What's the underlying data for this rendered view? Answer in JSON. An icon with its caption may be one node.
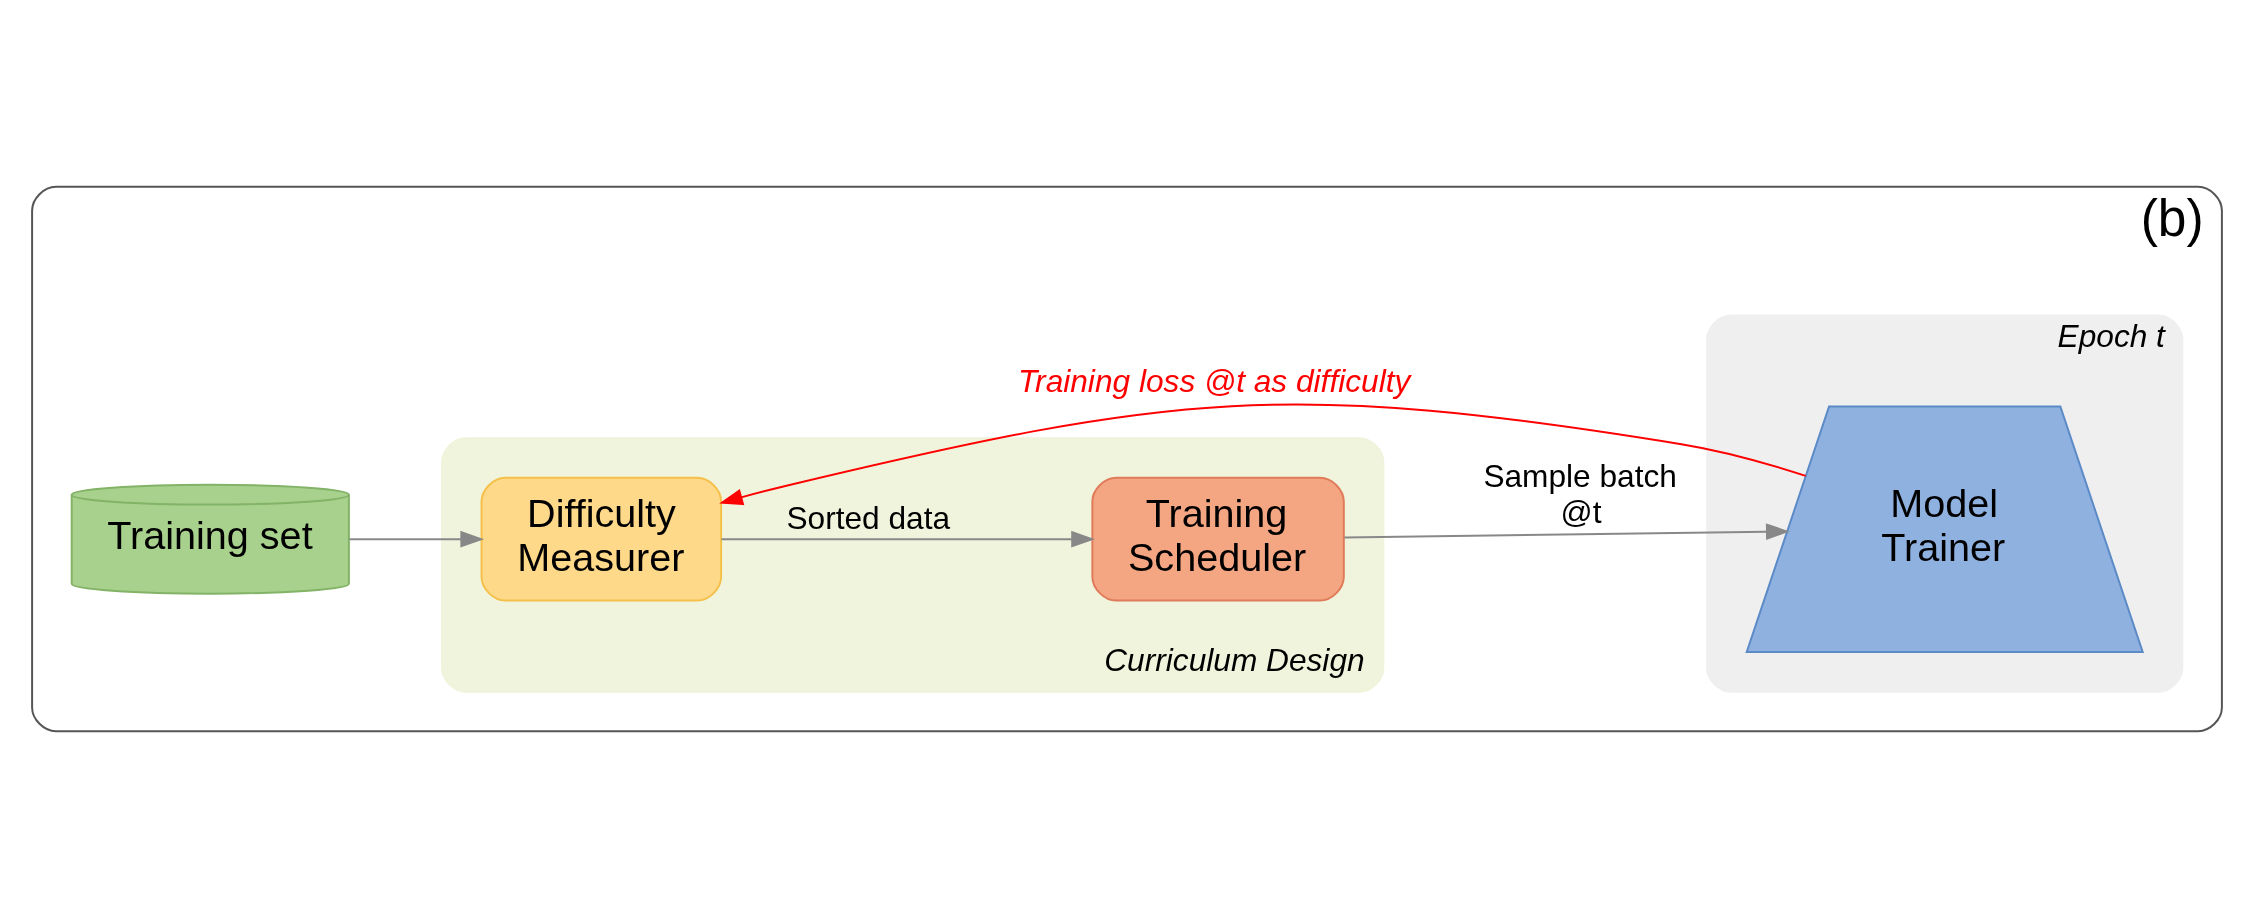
{
  "diagram": {
    "nodes": [
      {
        "text": [
          "(b)"
        ]
      },
      {
        "text": [
          "Training set"
        ],
        "in": 0
      },
      {
        "text": [
          "Curriculum Design"
        ],
        "in": 0
      },
      {
        "text": [
          "Epoch t"
        ],
        "in": 0
      },
      {
        "text": [
          "Difficulty Measurer"
        ],
        "in": 2
      },
      {
        "text": [
          "Training Scheduler"
        ],
        "in": 2
      },
      {
        "text": [
          "Model Trainer"
        ],
        "in": 3
      }
    ],
    "edges": [
      {
        "from": 1,
        "to": 4,
        "arrow": "to"
      },
      {
        "from": 4,
        "to": 5,
        "arrow": "to",
        "label": "Sorted data"
      },
      {
        "from": 5,
        "to": 6,
        "arrow": "to",
        "label": "Sample batch @t"
      },
      {
        "from": 6,
        "to": 4,
        "arrow": "to",
        "label": "Training loss @t as difficulty",
        "color": "#ff0000"
      }
    ]
  }
}
